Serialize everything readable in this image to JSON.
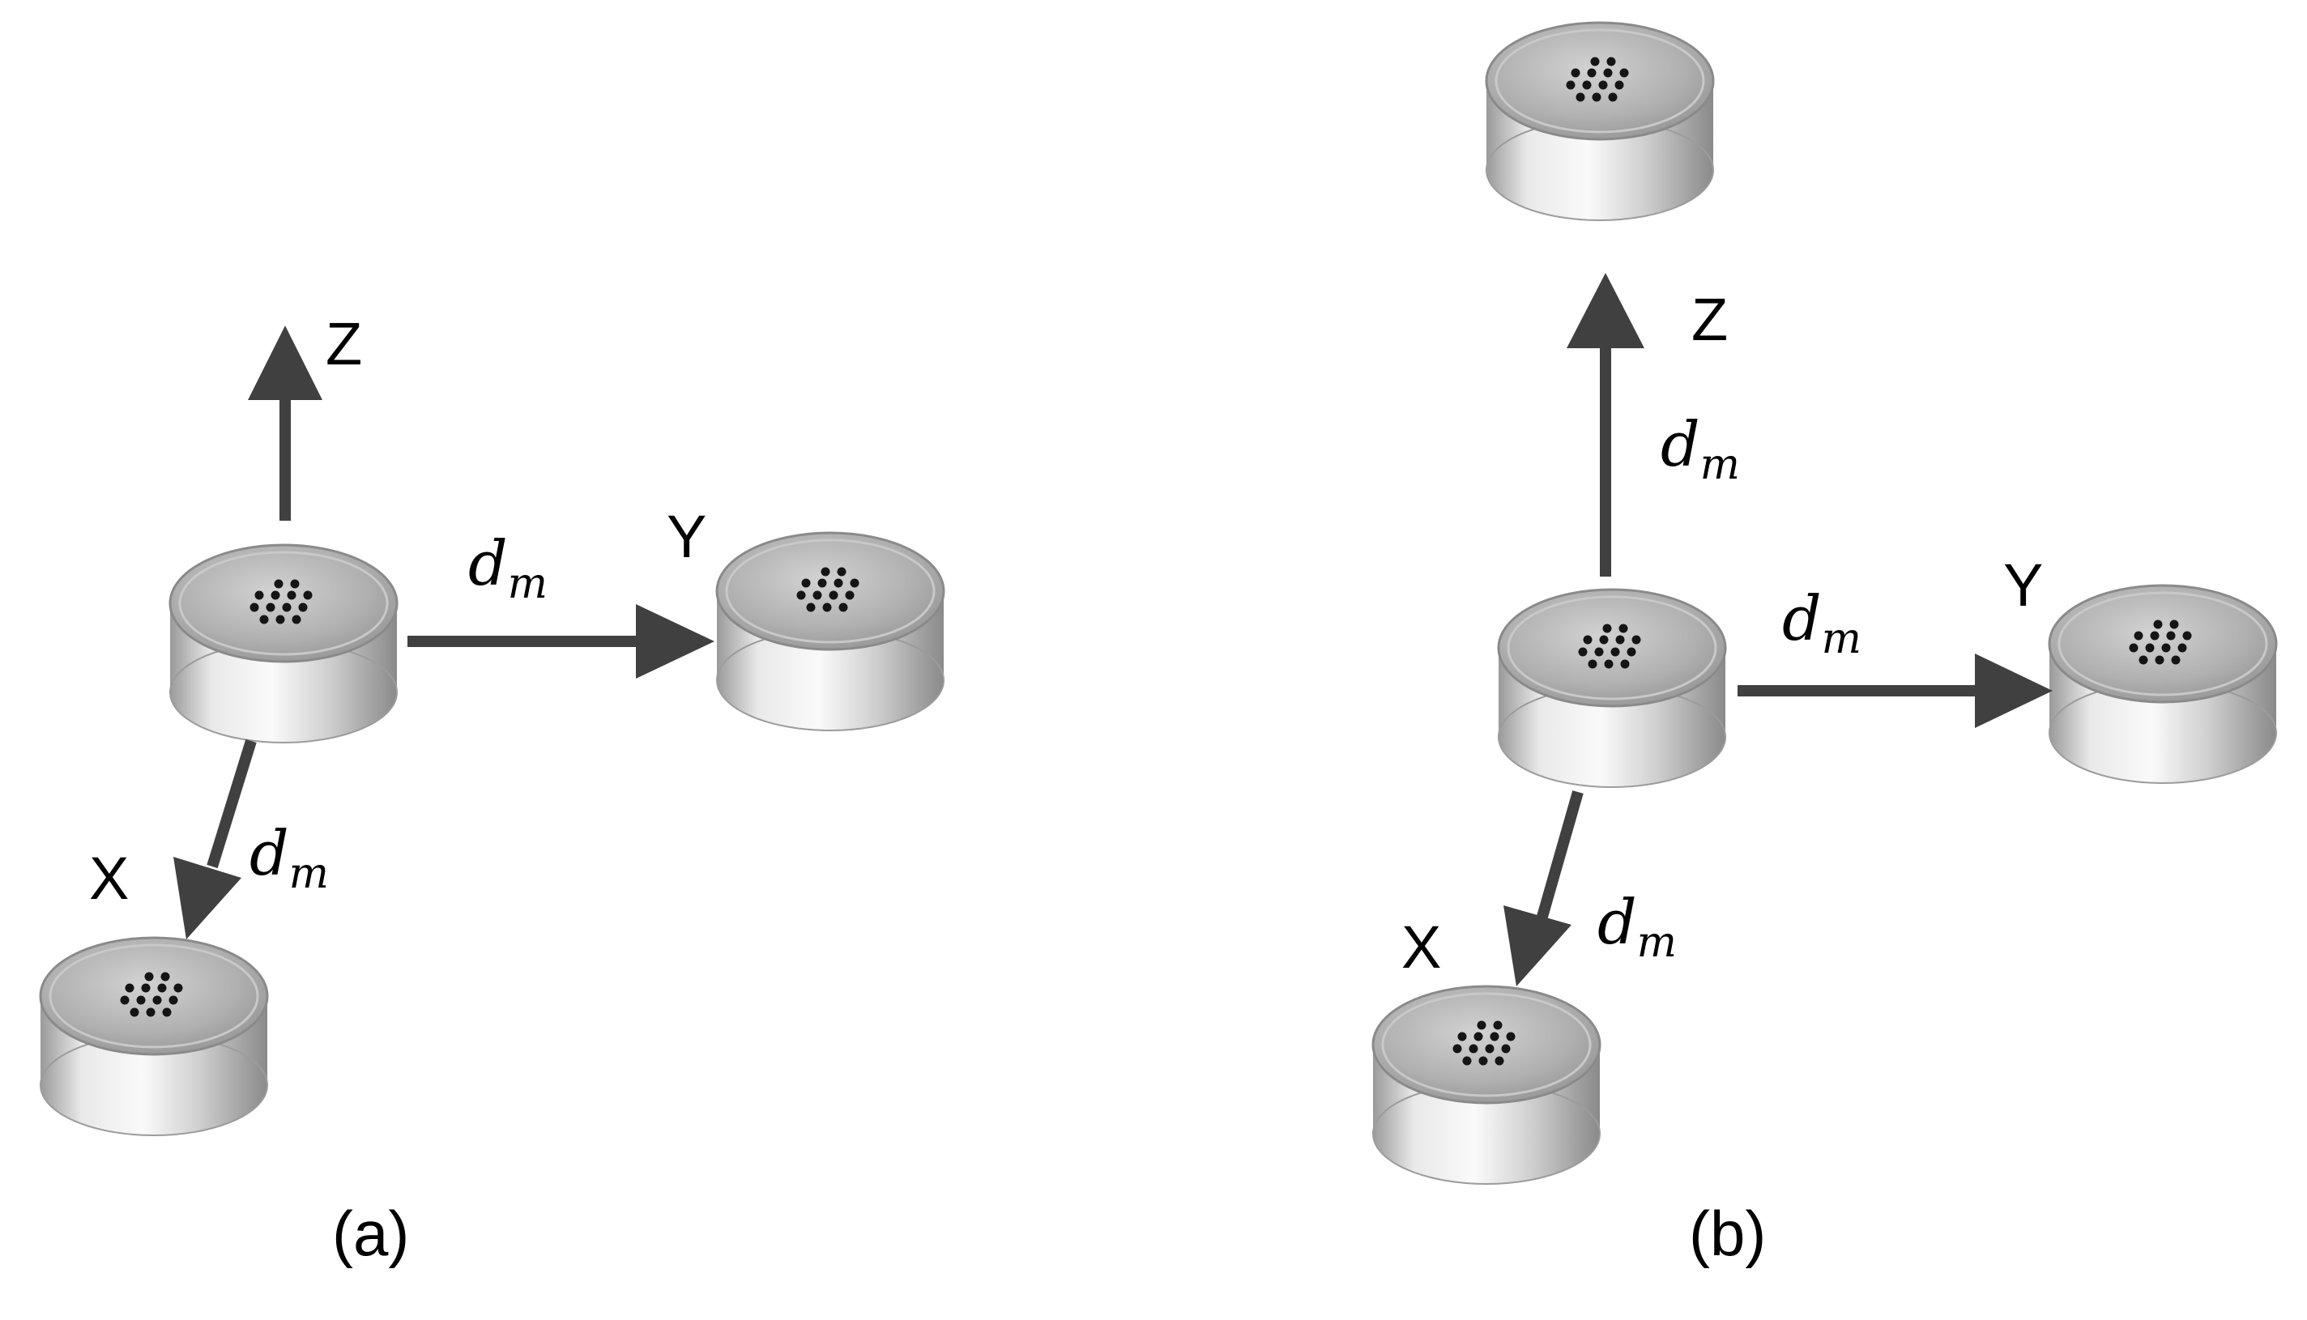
{
  "colors": {
    "background": "#ffffff",
    "arrow": "#404040",
    "text": "#000000",
    "mic_top": "#b8b8b8",
    "mic_side": "#d9d9d9",
    "mic_hole": "#111111"
  },
  "icons": {
    "microphone": "mic-capsule-icon",
    "arrow": "arrow-icon"
  },
  "panel_a": {
    "caption": "(a)",
    "labels": {
      "z": "Z",
      "y": "Y",
      "x": "X"
    },
    "distances": {
      "y": {
        "var": "d",
        "sub": "m"
      },
      "x": {
        "var": "d",
        "sub": "m"
      }
    }
  },
  "panel_b": {
    "caption": "(b)",
    "labels": {
      "z": "Z",
      "y": "Y",
      "x": "X"
    },
    "distances": {
      "z": {
        "var": "d",
        "sub": "m"
      },
      "y": {
        "var": "d",
        "sub": "m"
      },
      "x": {
        "var": "d",
        "sub": "m"
      }
    }
  }
}
